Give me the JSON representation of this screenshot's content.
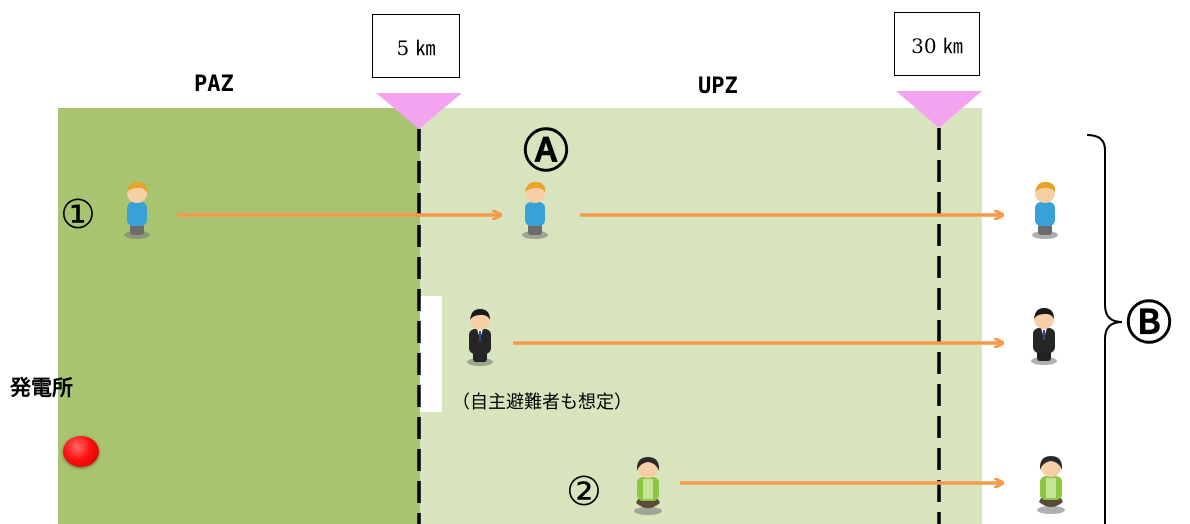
{
  "zones": {
    "paz_label": "PAZ",
    "upz_label": "UPZ",
    "paz_color": "#a9c470",
    "upz_color": "#d7e4bd"
  },
  "markers": {
    "km5_label": "5 ㎞",
    "km30_label": "30 ㎞",
    "marker_color": "#f4a3f0"
  },
  "plant": {
    "label": "発電所",
    "dot_color": "#ff1010"
  },
  "annotations": {
    "mark_1": "①",
    "mark_2": "②",
    "mark_a": "Ⓐ",
    "mark_b": "Ⓑ",
    "note": "（自主避難者も想定）"
  },
  "arrow_color": "#f59a4a",
  "people": [
    {
      "row": 1,
      "type": "boy-blue-shirt-icon"
    },
    {
      "row": 1,
      "type": "boy-blue-shirt-icon"
    },
    {
      "row": 1,
      "type": "boy-blue-shirt-icon"
    },
    {
      "row": 2,
      "type": "businessman-suit-icon"
    },
    {
      "row": 2,
      "type": "businessman-suit-icon"
    },
    {
      "row": 3,
      "type": "woman-green-icon"
    },
    {
      "row": 3,
      "type": "woman-green-icon"
    }
  ]
}
